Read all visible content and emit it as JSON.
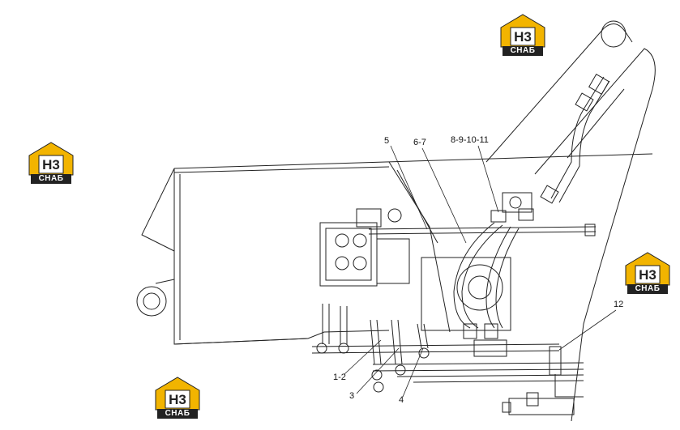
{
  "logo": {
    "mark": "H3",
    "text": "СНАБ",
    "colors": {
      "house": "#f2b400",
      "dark": "#2a2a2a"
    }
  },
  "callouts": [
    {
      "id": "5",
      "text": "5"
    },
    {
      "id": "6-7",
      "text": "6-7"
    },
    {
      "id": "8-9-10-11",
      "text": "8-9-10-11"
    },
    {
      "id": "12",
      "text": "12"
    },
    {
      "id": "1-2",
      "text": "1-2"
    },
    {
      "id": "3",
      "text": "3"
    },
    {
      "id": "4",
      "text": "4"
    }
  ]
}
